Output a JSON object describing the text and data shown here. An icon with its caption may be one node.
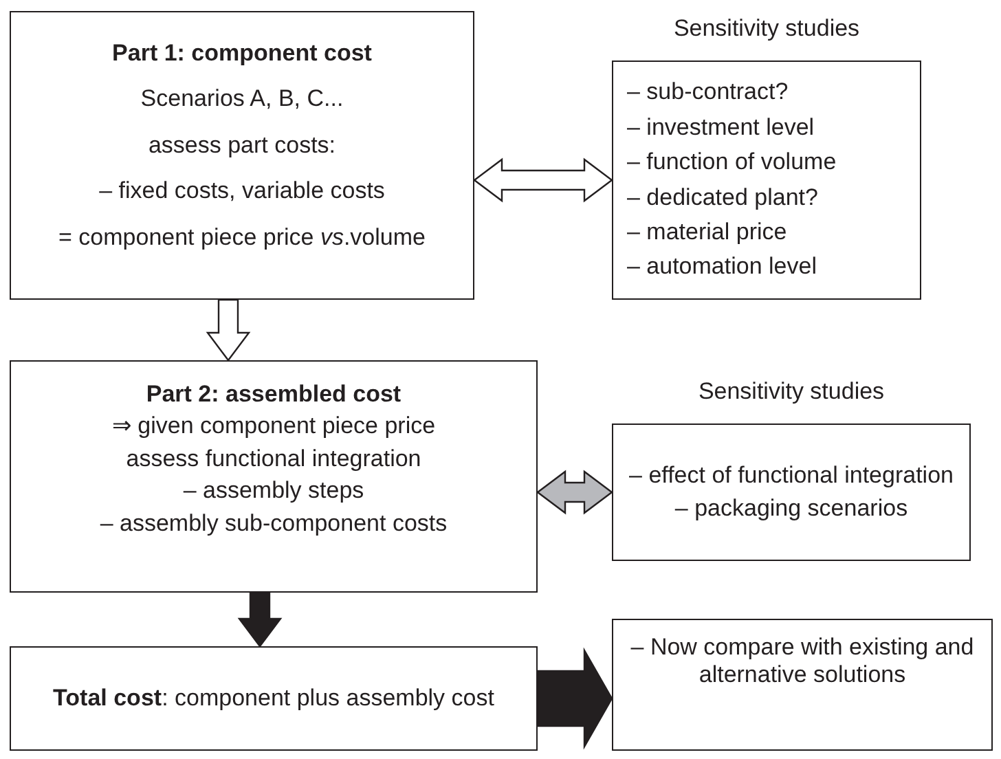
{
  "diagram": {
    "nodes": [
      {
        "text": [
          "Part 1: component cost",
          "Scenarios A, B, C...",
          "assess part costs:",
          "– fixed costs, variable costs",
          "= component piece price *vs*.volume"
        ]
      },
      {
        "text": [
          "Sensitivity studies",
          "– sub-contract?",
          "– investment level",
          "– function of volume",
          "– dedicated plant?",
          "– material price",
          "– automation level"
        ]
      },
      {
        "text": [
          "Part 2: assembled cost",
          "⇒ given component piece price",
          "assess functional integration",
          "– assembly steps",
          "– assembly sub-component costs"
        ]
      },
      {
        "text": [
          "Sensitivity studies",
          "– effect of functional integration",
          "– packaging scenarios"
        ]
      },
      {
        "text": [
          "**Total cost**: component plus assembly cost"
        ]
      },
      {
        "text": [
          "– Now compare with existing and alternative solutions"
        ]
      }
    ],
    "edges": [
      {
        "from": 0,
        "to": 1,
        "arrow": "both"
      },
      {
        "from": 0,
        "to": 2,
        "arrow": "to"
      },
      {
        "from": 2,
        "to": 3,
        "arrow": "both",
        "color": "#b8b9bd"
      },
      {
        "from": 2,
        "to": 4,
        "arrow": "to",
        "color": "#231f20"
      },
      {
        "from": 4,
        "to": 5,
        "arrow": "to",
        "color": "#231f20",
        "style": "thick"
      }
    ]
  }
}
